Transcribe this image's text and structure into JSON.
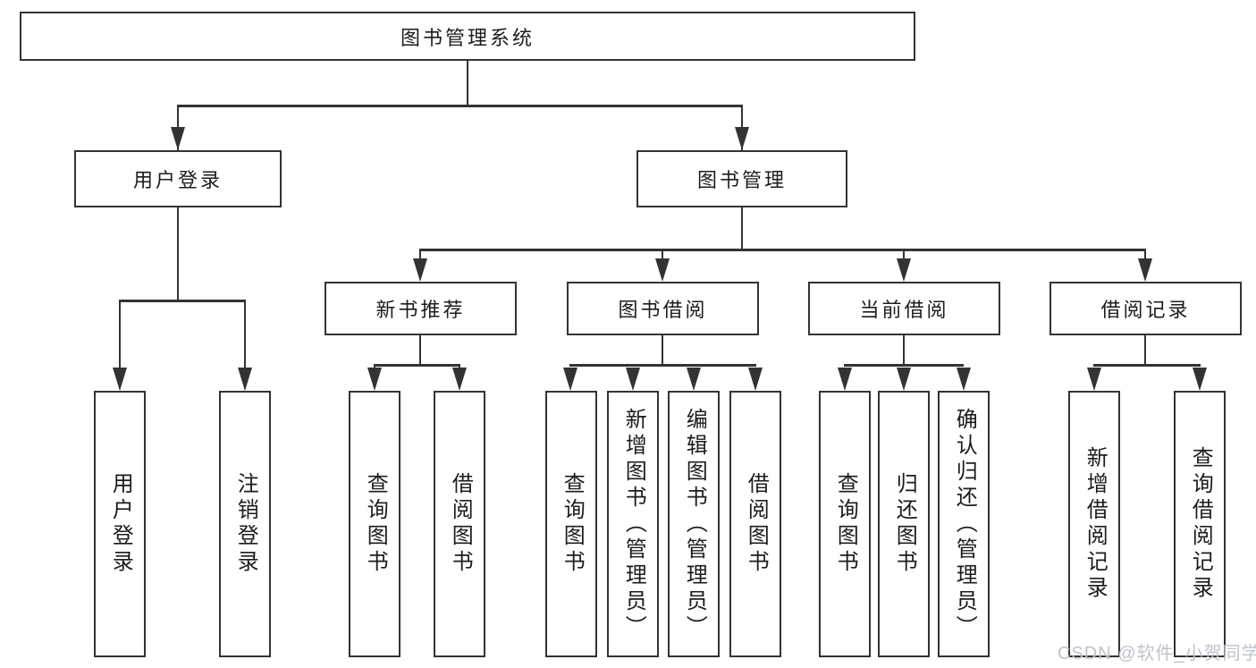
{
  "nodes": {
    "root": {
      "label": "图书管理系统"
    },
    "level2": [
      {
        "label": "用户登录"
      },
      {
        "label": "图书管理"
      }
    ],
    "level3": [
      {
        "label": "新书推荐",
        "parent": "图书管理"
      },
      {
        "label": "图书借阅",
        "parent": "图书管理"
      },
      {
        "label": "当前借阅",
        "parent": "图书管理"
      },
      {
        "label": "借阅记录",
        "parent": "图书管理"
      }
    ],
    "level4": [
      {
        "label": "用户登录",
        "parent": "用户登录"
      },
      {
        "label": "注销登录",
        "parent": "用户登录"
      },
      {
        "label": "查询图书",
        "parent": "新书推荐"
      },
      {
        "label": "借阅图书",
        "parent": "新书推荐"
      },
      {
        "label": "查询图书",
        "parent": "图书借阅"
      },
      {
        "label": "新增图书（管理员）",
        "parent": "图书借阅"
      },
      {
        "label": "编辑图书（管理员）",
        "parent": "图书借阅"
      },
      {
        "label": "借阅图书",
        "parent": "图书借阅"
      },
      {
        "label": "查询图书",
        "parent": "当前借阅"
      },
      {
        "label": "归还图书",
        "parent": "当前借阅"
      },
      {
        "label": "确认归还（管理员）",
        "parent": "当前借阅"
      },
      {
        "label": "新增借阅记录",
        "parent": "借阅记录"
      },
      {
        "label": "查询借阅记录",
        "parent": "借阅记录"
      }
    ]
  },
  "watermark": {
    "text": "CSDN @软件_小贺同学",
    "color": "#bfc3c9"
  },
  "colors": {
    "line": "#333333",
    "text": "#1c1c1c",
    "background": "#ffffff"
  }
}
